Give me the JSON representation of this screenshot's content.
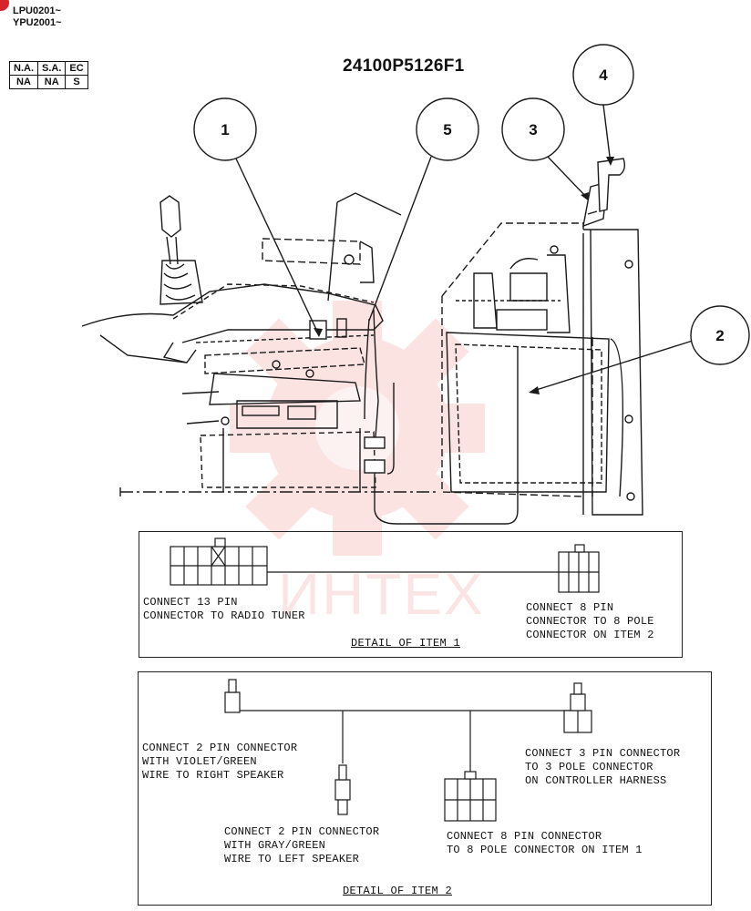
{
  "header": {
    "serial_line_1": "LPU0201~",
    "serial_line_2": "YPU2001~",
    "code_table": {
      "headers": [
        "N.A.",
        "S.A.",
        "EC"
      ],
      "values": [
        "NA",
        "NA",
        "S"
      ]
    },
    "part_number": "24100P5126F1"
  },
  "callouts": [
    "1",
    "2",
    "3",
    "4",
    "5"
  ],
  "detail_item_1": {
    "caption": "DETAIL OF ITEM 1",
    "note_left": "CONNECT 13 PIN\nCONNECTOR TO RADIO TUNER",
    "note_right": "CONNECT 8 PIN\nCONNECTOR TO 8 POLE\nCONNECTOR ON ITEM 2"
  },
  "detail_item_2": {
    "caption": "DETAIL OF ITEM 2",
    "note_right_speaker": "CONNECT 2 PIN CONNECTOR\nWITH VIOLET/GREEN\nWIRE TO RIGHT SPEAKER",
    "note_left_speaker": "CONNECT 2 PIN CONNECTOR\nWITH GRAY/GREEN\nWIRE TO LEFT SPEAKER",
    "note_controller": "CONNECT 3 PIN CONNECTOR\nTO 3 POLE CONNECTOR\nON CONTROLLER HARNESS",
    "note_8pin": "CONNECT 8 PIN CONNECTOR\nTO 8 POLE CONNECTOR ON ITEM 1"
  },
  "watermark": {
    "text": "ИНТЕХ",
    "color": "#e8413b"
  },
  "badge_color": "#d6262b"
}
